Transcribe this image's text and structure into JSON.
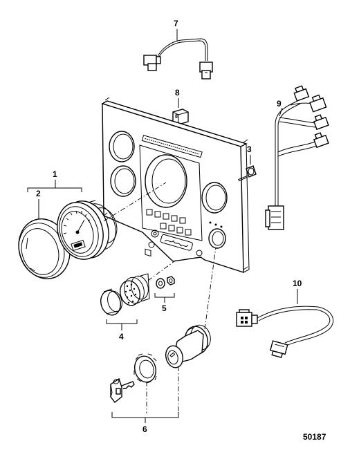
{
  "callouts": {
    "c1": "1",
    "c2": "2",
    "c3": "3",
    "c4": "4",
    "c5": "5",
    "c6": "6",
    "c7": "7",
    "c8": "8",
    "c9": "9",
    "c10": "10"
  },
  "figure_number": "50187",
  "panel_label": "",
  "parts": {
    "item1": "tachometer-gauge",
    "item2": "gauge-bezel",
    "item3": "panel-mount-screw",
    "item4": "switch-and-knob",
    "item5": "nut-and-washer",
    "item6": "ignition-key-switch",
    "item7": "wire-harness-short",
    "item8": "clip",
    "item9": "main-wire-harness",
    "item10": "adapter-harness"
  }
}
